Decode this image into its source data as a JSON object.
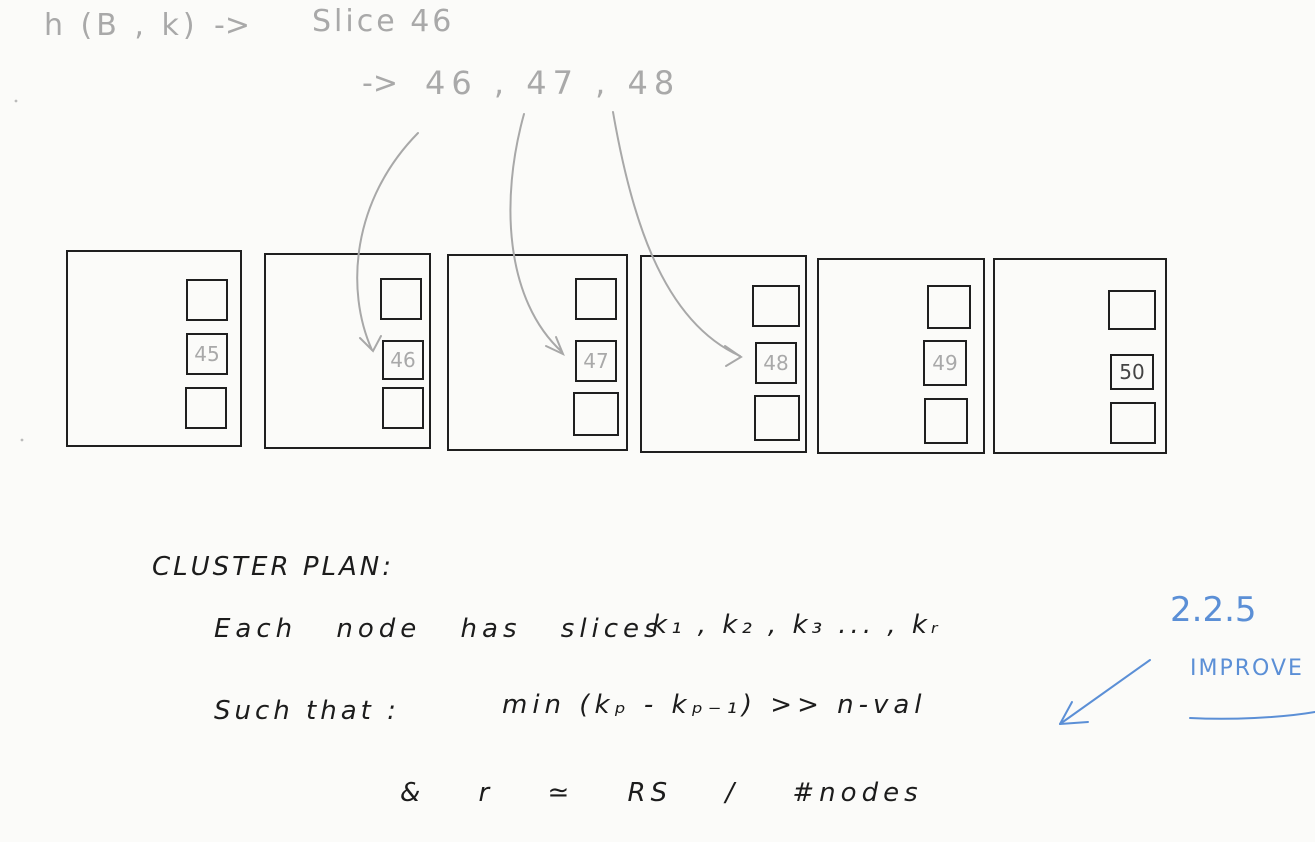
{
  "header": {
    "hash_expr": "h (B , k)",
    "arrow1": "->",
    "slice_text": "Slice 46",
    "arrow2": "->",
    "replicas": "46 , 47 , 48"
  },
  "nodes": [
    {
      "slots": [
        "",
        "45",
        ""
      ]
    },
    {
      "slots": [
        "",
        "46",
        ""
      ]
    },
    {
      "slots": [
        "",
        "47",
        ""
      ]
    },
    {
      "slots": [
        "",
        "48",
        ""
      ]
    },
    {
      "slots": [
        "",
        "49",
        ""
      ]
    },
    {
      "slots": [
        "",
        "50",
        ""
      ]
    }
  ],
  "cluster_plan": {
    "title": "CLUSTER PLAN:",
    "line1_left": "Each node has slices",
    "line1_right": "k₁ , k₂ , k₃ ... , kᵣ",
    "line2_left": "Such that :",
    "line2_right": "min (kₚ - kₚ₋₁) >> n-val",
    "line3": "& r ≃ RS / #nodes"
  },
  "annotation": {
    "section": "2.2.5",
    "note": "IMPROVE",
    "color": "#5b8fd6"
  }
}
